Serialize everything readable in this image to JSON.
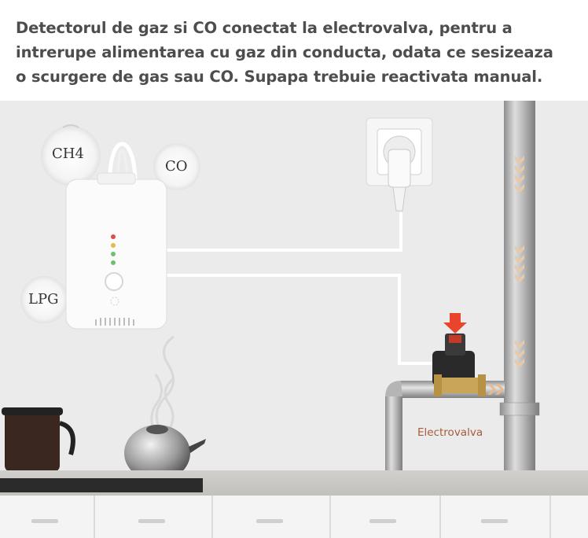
{
  "caption": {
    "line1": "Detectorul de gaz si CO conectat la electrovalva, pentru a",
    "line2": "intrerupe alimentarea cu gaz din conducta, odata ce sesizeaza",
    "line3": "o scurgere de gas sau CO. Supapa trebuie reactivata manual."
  },
  "labels": {
    "ch4": "CH4",
    "co": "CO",
    "lpg": "LPG",
    "valve": "Electrovalva"
  },
  "colors": {
    "wall": "#ebebeb",
    "pipe": "#b0b0b0",
    "arrow_red": "#e8452c",
    "flame": "#2f6be0",
    "caption_text": "#4d4d4d"
  }
}
